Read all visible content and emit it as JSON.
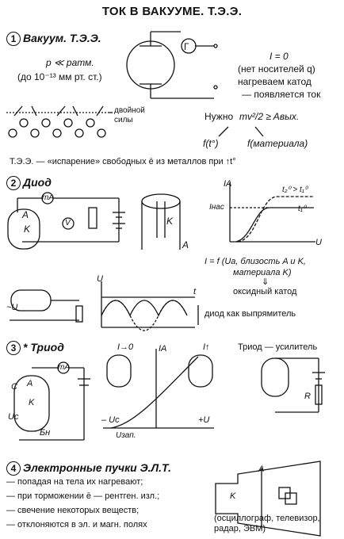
{
  "title": "ТОК В ВАКУУМЕ. Т.Э.Э.",
  "s1": {
    "num": "1",
    "title": "Вакуум. Т.Э.Э.",
    "pressure": "p ≪ pатм.",
    "pressure_range": "(до 10⁻¹³ мм рт. ст.)",
    "double_layer": "двойной\nсилы",
    "i_zero": "I = 0",
    "no_carriers": "(нет носителей q)",
    "heat": "нагреваем катод",
    "current_appears": "— появляется ток",
    "need": "Нужно",
    "energy_condition": "mv²/2 ≥ Aвых.",
    "f_t": "f(t°)",
    "f_material": "f(материала)",
    "tee_definition": "Т.Э.Э. — «испарение» свободных ē из металлов при ↑t°",
    "galvanometer": "Г"
  },
  "s2": {
    "num": "2",
    "title": "Диод",
    "ma": "mA",
    "v": "V",
    "a": "A",
    "k": "K",
    "ia": "IA",
    "i_sat": "Iнас",
    "u": "U",
    "t2_gt_t1": "t₂⁰ > t₁⁰",
    "t2": "t₂⁰",
    "t1": "t₁⁰",
    "formula": "I = f (Ua, близость A и K,",
    "formula2": "материала K)",
    "arrow": "⇓",
    "oxide": "оксидный катод",
    "minus_u": "~U",
    "u_axis": "U",
    "t_axis": "t",
    "rectifier": "диод как выпрямитель"
  },
  "s3": {
    "num": "3",
    "title": "* Триод",
    "ma": "mA",
    "c": "C",
    "a": "A",
    "k": "K",
    "uc": "Uc",
    "bn": "Бн",
    "i_zero": "I→0",
    "i_up": "I↑",
    "ia": "IA",
    "minus_uc": "– Uc",
    "plus_u": "+U",
    "u_zap": "Uзап.",
    "amplifier": "Триод — усилитель",
    "r": "R"
  },
  "s4": {
    "num": "4",
    "title": "Электронные пучки Э.Л.Т.",
    "items": [
      "— попадая на тела их нагревают;",
      "— при торможении ē — рентген. изл.;",
      "— свечение некоторых веществ;",
      "— отклоняются в эл. и магн. полях"
    ],
    "a": "A",
    "k": "K",
    "uses": "(осциллограф, телевизор,\nрадар, ЭВМ)"
  }
}
